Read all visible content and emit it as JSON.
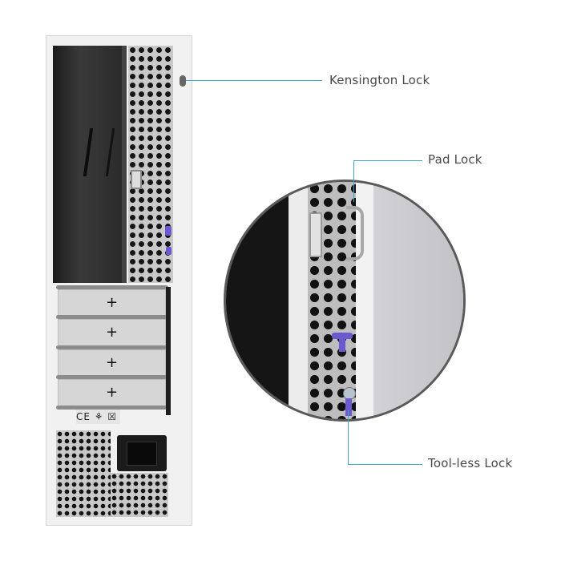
{
  "callouts": [
    {
      "id": "kensington",
      "label": "Kensington Lock"
    },
    {
      "id": "padlock",
      "label": "Pad Lock"
    },
    {
      "id": "toolless",
      "label": "Tool-less Lock"
    }
  ],
  "product": {
    "view": "rear",
    "expansion_slots": 4,
    "slot_symbol": "+",
    "cert_marks": "CE ⚘ ☒"
  },
  "colors": {
    "callout_line": "#3ea8c9",
    "label_text": "#4a4a4a",
    "lock_accent": "#6a5ad0"
  }
}
